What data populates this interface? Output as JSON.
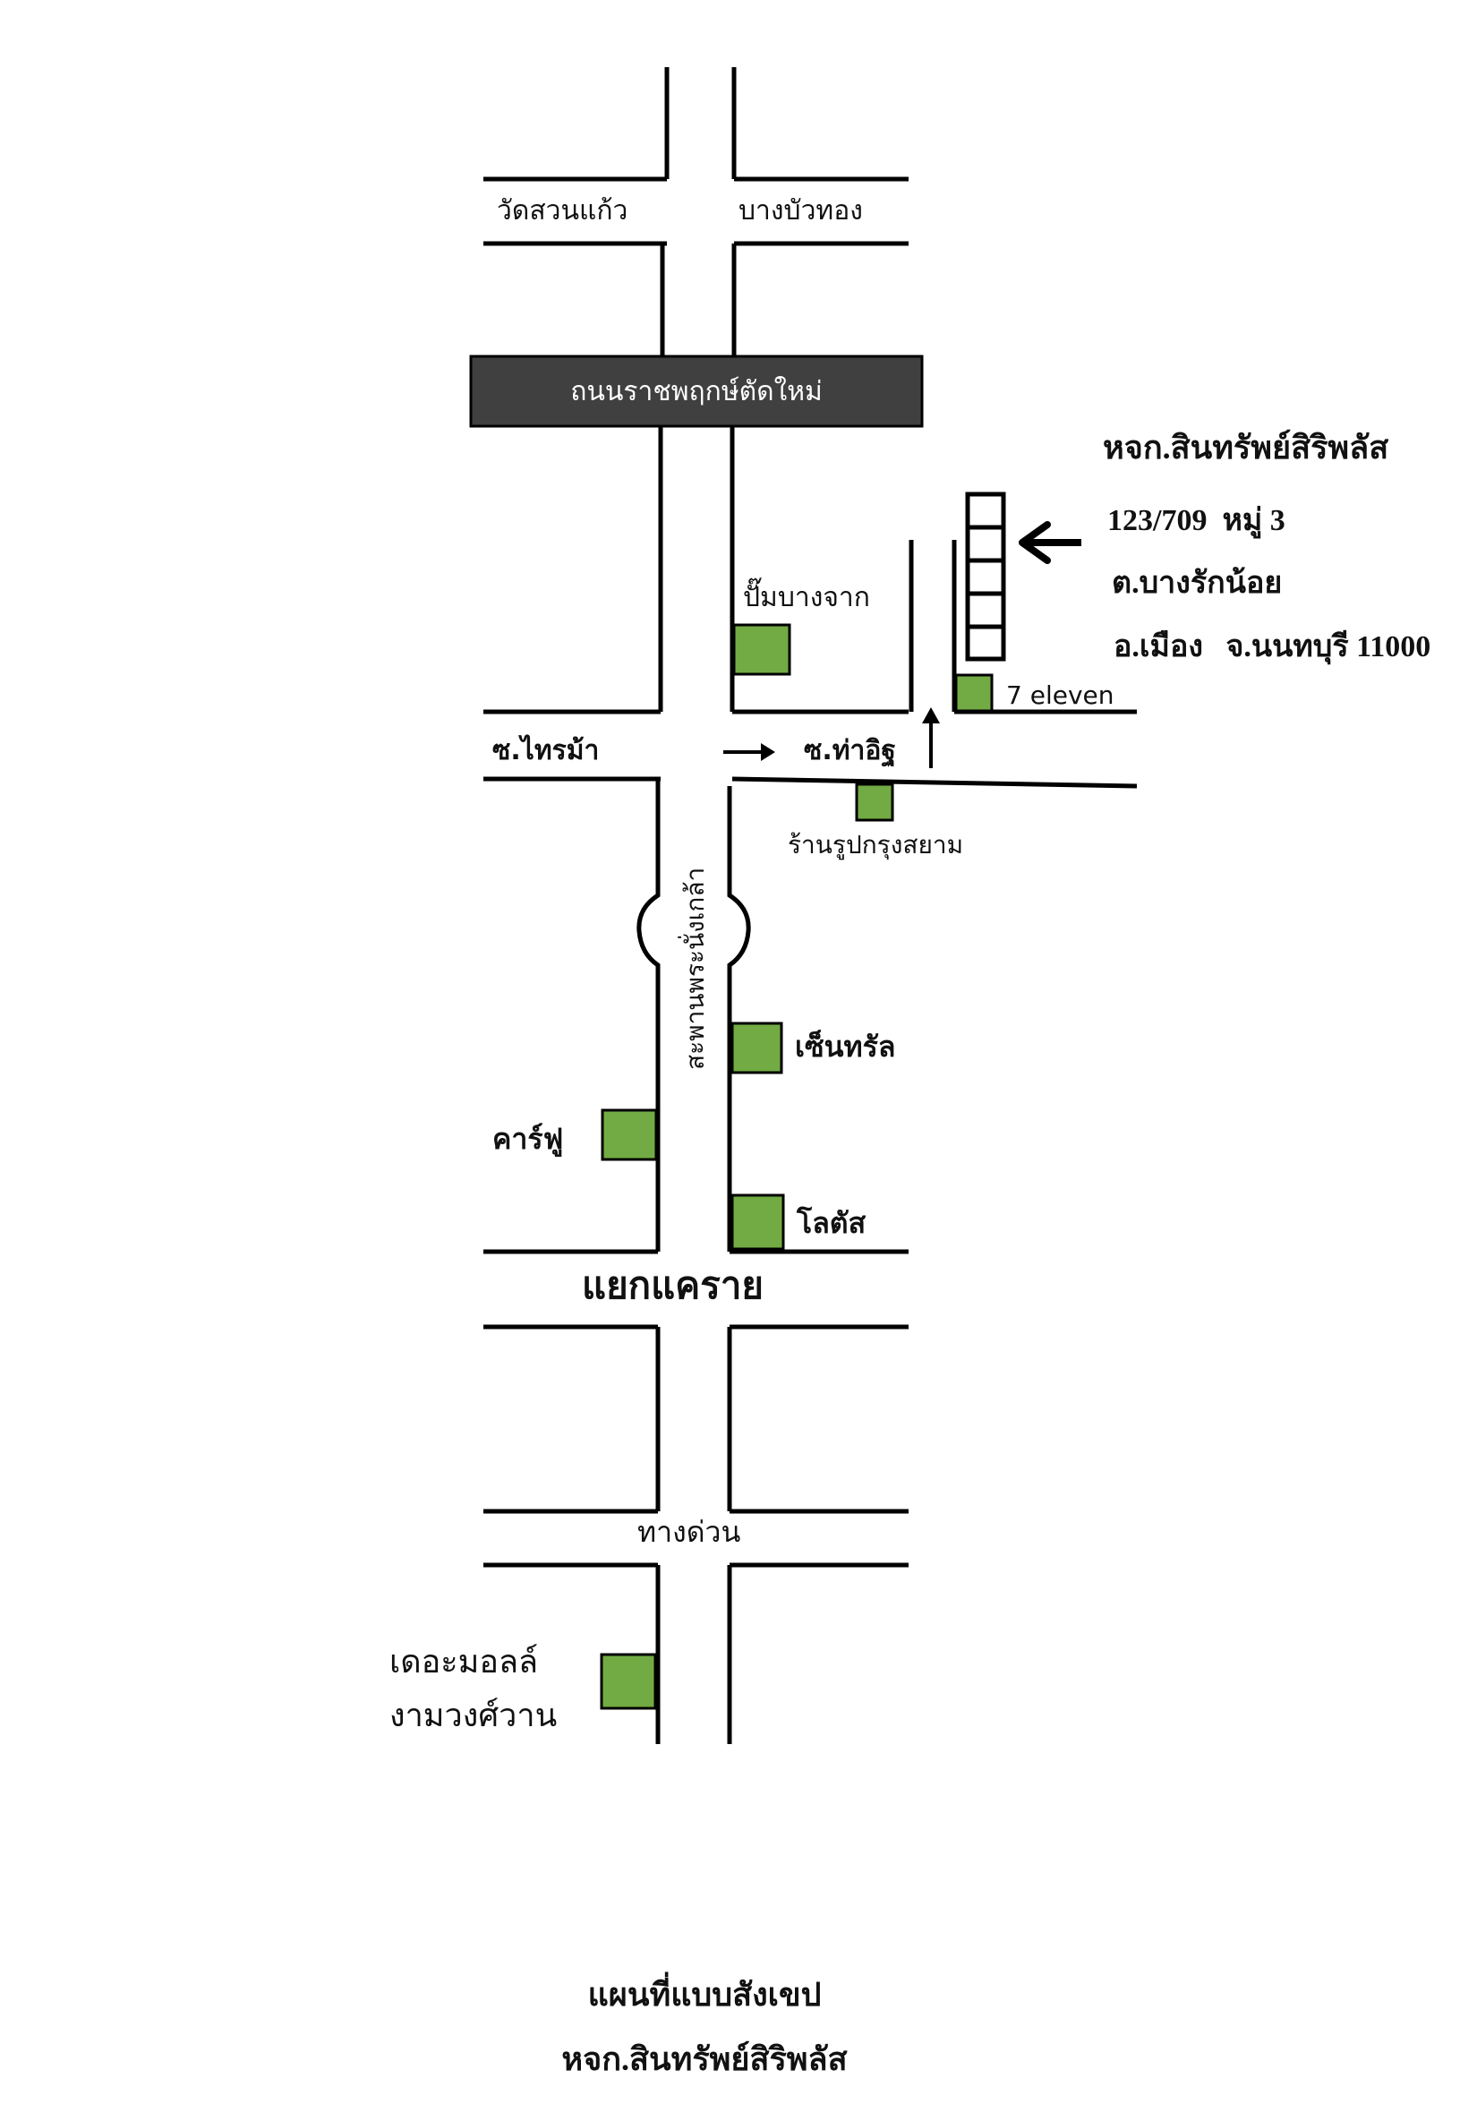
{
  "map": {
    "roads": {
      "wat_suan_kaew": "วัดสวนแก้ว",
      "bang_bua_thong": "บางบัวทอง",
      "ratchaphruek_new": "ถนนราชพฤกษ์ตัดใหม่",
      "soi_sai_ma": "ซ.ไทรม้า",
      "soi_tha_it": "ซ.ท่าอิฐ",
      "phra_nang_klao_bridge": "สะพานพระนั่งเกล้า",
      "khae_rai_junction": "แยกแคราย",
      "expressway": "ทางด่วน"
    },
    "landmarks": {
      "pump_bang_chak": "ปั๊มบางจาก",
      "seven_eleven": "7 eleven",
      "krung_siam_photo": "ร้านรูปกรุงสยาม",
      "central": "เซ็นทรัล",
      "carrefour": "คาร์ฟู",
      "lotus": "โลตัส",
      "the_mall_line1": "เดอะมอลล์",
      "the_mall_line2": "งามวงศ์วาน"
    },
    "destination": {
      "name": "หจก.สินทรัพย์สิริพลัส",
      "address_line1": "123/709  หมู่ 3",
      "address_line2": "ต.บางรักน้อย",
      "address_line3": "อ.เมือง   จ.นนทบุรี 11000"
    },
    "footer": {
      "caption": "แผนที่แบบสังเขป",
      "company": "หจก.สินทรัพย์สิริพลัส"
    },
    "colors": {
      "landmark_fill": "#72ab43",
      "road_banner": "#404040",
      "road_banner_text": "#ffffff",
      "line": "#000000"
    }
  }
}
